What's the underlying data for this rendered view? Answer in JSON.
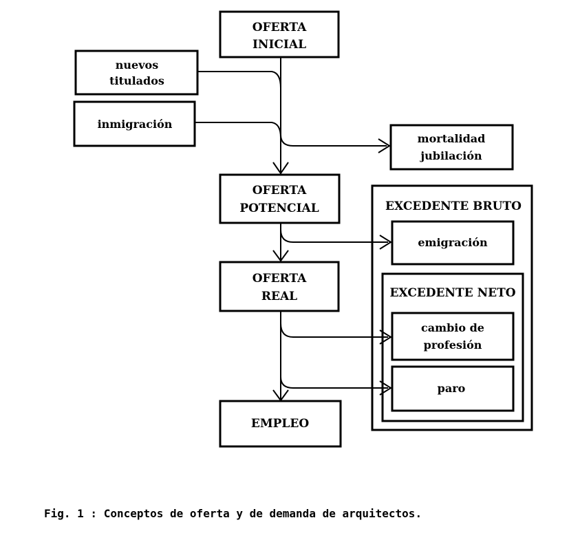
{
  "diagram": {
    "oferta_inicial": [
      "OFERTA",
      "INICIAL"
    ],
    "nuevos_titulados": [
      "nuevos",
      "titulados"
    ],
    "inmigracion": [
      "inmigración"
    ],
    "mortalidad_jubilacion": [
      "mortalidad",
      "jubilación"
    ],
    "oferta_potencial": [
      "OFERTA",
      "POTENCIAL"
    ],
    "excedente_bruto": "EXCEDENTE BRUTO",
    "emigracion": [
      "emigración"
    ],
    "oferta_real": [
      "OFERTA",
      "REAL"
    ],
    "excedente_neto": "EXCEDENTE NETO",
    "cambio_profesion": [
      "cambio de",
      "profesión"
    ],
    "paro": [
      "paro"
    ],
    "empleo": [
      "EMPLEO"
    ]
  },
  "caption": "Fig. 1 : Conceptos de oferta y de demanda de arquitectos."
}
